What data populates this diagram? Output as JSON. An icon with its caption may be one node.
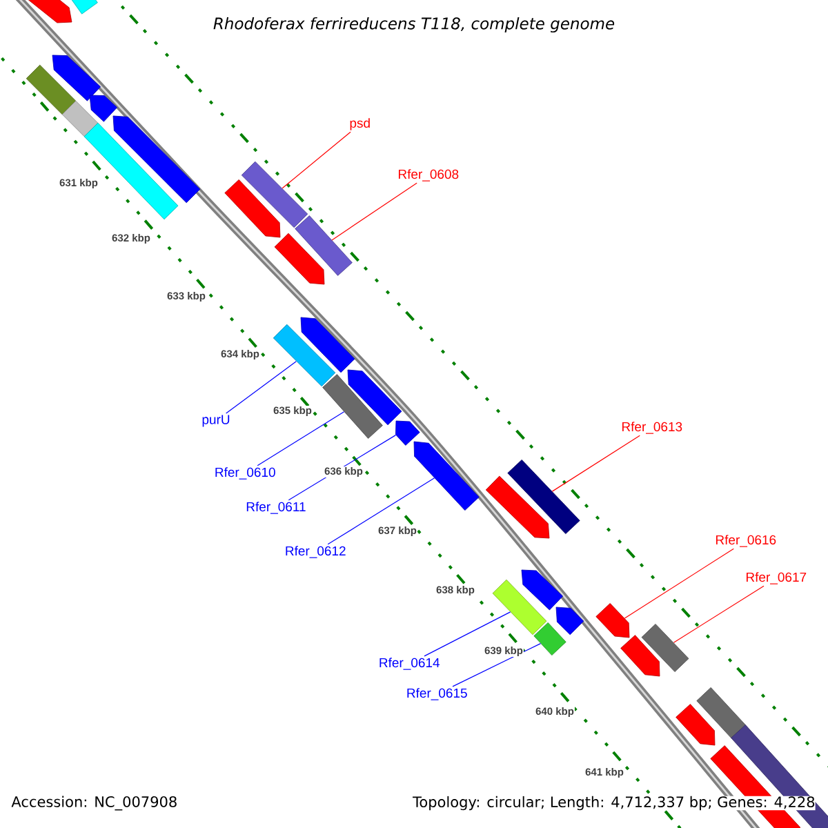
{
  "diagram": {
    "title": "Rhodoferax ferrireducens T118, complete genome",
    "nodes": [
      {
        "text": [
          "psd"
        ]
      },
      {
        "text": [
          "Rfer_0608"
        ]
      },
      {
        "text": [
          "purU"
        ]
      },
      {
        "text": [
          "Rfer_0610"
        ]
      },
      {
        "text": [
          "Rfer_0611"
        ]
      },
      {
        "text": [
          "Rfer_0612"
        ]
      },
      {
        "text": [
          "Rfer_0613"
        ]
      },
      {
        "text": [
          "Rfer_0614"
        ]
      },
      {
        "text": [
          "Rfer_0615"
        ]
      },
      {
        "text": [
          "Rfer_0616"
        ]
      },
      {
        "text": [
          "Rfer_0617"
        ]
      },
      {
        "text": [],
        "shape": "bar"
      },
      {
        "text": [],
        "shape": "bar"
      },
      {
        "text": [],
        "shape": "bar"
      },
      {
        "text": [],
        "shape": "bar"
      },
      {
        "text": [],
        "shape": "bar"
      },
      {
        "text": [],
        "shape": "bar"
      },
      {
        "text": [],
        "shape": "bar"
      },
      {
        "text": [],
        "shape": "bar"
      },
      {
        "text": [],
        "shape": "bar"
      },
      {
        "text": [],
        "shape": "bar"
      },
      {
        "text": [],
        "shape": "bar"
      },
      {
        "text": [],
        "shape": "bar"
      },
      {
        "text": [],
        "shape": "bar"
      },
      {
        "text": [],
        "shape": "bar"
      },
      {
        "text": [],
        "shape": "bar"
      },
      {
        "text": [],
        "shape": "bar"
      },
      {
        "text": [],
        "shape": "bar"
      },
      {
        "text": [],
        "shape": "bar"
      },
      {
        "text": [],
        "shape": "bar"
      },
      {
        "text": [],
        "shape": "bar"
      },
      {
        "text": [],
        "shape": "bar"
      },
      {
        "text": [],
        "shape": "bar"
      },
      {
        "text": [],
        "shape": "bar"
      },
      {
        "text": [],
        "shape": "bar"
      },
      {
        "text": [],
        "shape": "bar"
      },
      {
        "text": [],
        "shape": "bar"
      },
      {
        "text": [],
        "shape": "bar"
      },
      {
        "text": [],
        "shape": "bar"
      },
      {
        "text": [],
        "shape": "bar"
      },
      {
        "text": [],
        "shape": "bar"
      },
      {
        "text": [],
        "shape": "bar"
      }
    ],
    "edges": [
      {
        "from": 0,
        "to": 19,
        "arrow": "none",
        "color": "#ff0000"
      },
      {
        "from": 1,
        "to": 21,
        "arrow": "none",
        "color": "#ff0000"
      },
      {
        "from": 2,
        "to": 24,
        "arrow": "none",
        "color": "#0000ff"
      },
      {
        "from": 3,
        "to": 26,
        "arrow": "none",
        "color": "#0000ff"
      },
      {
        "from": 4,
        "to": 27,
        "arrow": "none",
        "color": "#0000ff"
      },
      {
        "from": 5,
        "to": 28,
        "arrow": "none",
        "color": "#0000ff"
      },
      {
        "from": 6,
        "to": 30,
        "arrow": "none",
        "color": "#ff0000"
      },
      {
        "from": 7,
        "to": 32,
        "arrow": "none",
        "color": "#0000ff"
      },
      {
        "from": 8,
        "to": 34,
        "arrow": "none",
        "color": "#0000ff"
      },
      {
        "from": 9,
        "to": 35,
        "arrow": "none",
        "color": "#ff0000"
      },
      {
        "from": 10,
        "to": 36,
        "arrow": "none",
        "color": "#ff0000"
      }
    ],
    "labels": [
      "631 kbp",
      "632 kbp",
      "633 kbp",
      "634 kbp",
      "635 kbp",
      "636 kbp",
      "637 kbp",
      "638 kbp",
      "639 kbp",
      "640 kbp",
      "641 kbp",
      "Accession: NC_007908",
      "Topology: circular; Length: 4,712,337 bp; Genes: 4,228"
    ]
  }
}
